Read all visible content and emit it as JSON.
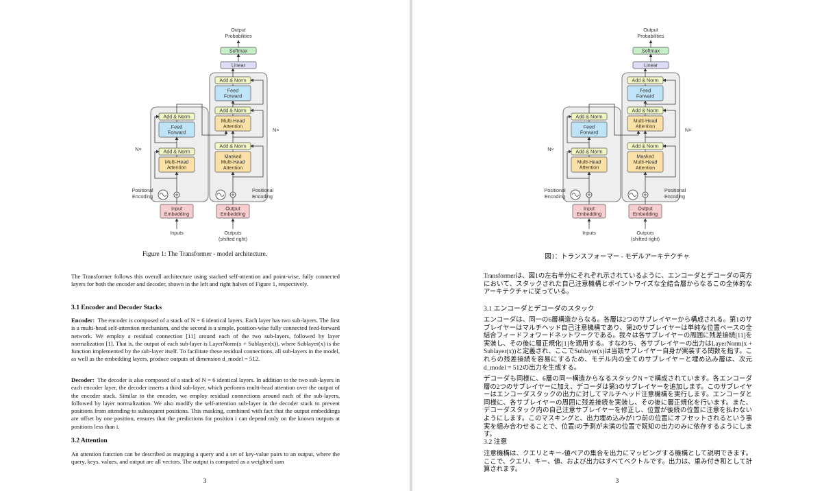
{
  "figure": {
    "output_probs": [
      "Output",
      "Probabilities"
    ],
    "softmax": "Softmax",
    "linear": "Linear",
    "add_norm": "Add & Norm",
    "feed_forward": [
      "Feed",
      "Forward"
    ],
    "multi_head_attention": [
      "Multi-Head",
      "Attention"
    ],
    "masked_mha": [
      "Masked",
      "Multi-Head",
      "Attention"
    ],
    "nx": "N×",
    "positional_encoding": [
      "Positional",
      "Encoding"
    ],
    "input_embedding": [
      "Input",
      "Embedding"
    ],
    "output_embedding": [
      "Output",
      "Embedding"
    ],
    "inputs": "Inputs",
    "outputs": [
      "Outputs",
      "(shifted right)"
    ],
    "colors": {
      "softmax": "#c6efc8",
      "linear": "#dcdcf7",
      "add_norm": "#f2f7c4",
      "feed_forward": "#bfe3f7",
      "attention": "#fbe1a8",
      "embedding": "#f8cdd0",
      "stack_bg": "#eeeeee"
    }
  },
  "left": {
    "caption": "Figure 1: The Transformer - model architecture.",
    "intro": "The Transformer follows this overall architecture using stacked self-attention and point-wise, fully connected layers for both the encoder and decoder, shown in the left and right halves of Figure 1, respectively.",
    "sec31_title": "3.1   Encoder and Decoder Stacks",
    "encoder_label": "Encoder:",
    "encoder_text": "The encoder is composed of a stack of N = 6 identical layers. Each layer has two sub-layers. The first is a multi-head self-attention mechanism, and the second is a simple, position-wise fully connected feed-forward network. We employ a residual connection [11] around each of the two sub-layers, followed by layer normalization [1]. That is, the output of each sub-layer is LayerNorm(x + Sublayer(x)), where Sublayer(x) is the function implemented by the sub-layer itself. To facilitate these residual connections, all sub-layers in the model, as well as the embedding layers, produce outputs of dimension d_model = 512.",
    "decoder_label": "Decoder:",
    "decoder_text": "The decoder is also composed of a stack of N = 6 identical layers. In addition to the two sub-layers in each encoder layer, the decoder inserts a third sub-layer, which performs multi-head attention over the output of the encoder stack. Similar to the encoder, we employ residual connections around each of the sub-layers, followed by layer normalization. We also modify the self-attention sub-layer in the decoder stack to prevent positions from attending to subsequent positions. This masking, combined with fact that the output embeddings are offset by one position, ensures that the predictions for position i can depend only on the known outputs at positions less than i.",
    "sec32_title": "3.2   Attention",
    "attention_text": "An attention function can be described as mapping a query and a set of key-value pairs to an output, where the query, keys, values, and output are all vectors. The output is computed as a weighted sum",
    "page_number": "3"
  },
  "right": {
    "caption": "図1：トランスフォーマー - モデルアーキテクチャ",
    "intro": "Transformerは、図1の左右半分にそれぞれ示されているように、エンコーダとデコーダの両方において、スタックされた自己注意機構とポイントワイズな全結合層からなるこの全体的なアーキテクチャに従っている。",
    "sec31_title": "3.1 エンコーダとデコーダのスタック",
    "encoder_text": "エンコーダは、同一の6層構造からなる。各層は2つのサブレイヤーから構成される。第1のサブレイヤーはマルチヘッド自己注意機構であり、第2のサブレイヤーは単純な位置ベースの全結合フィードフォワードネットワークである。我々は各サブレイヤーの周囲に残差接続[11]を実装し、その後に層正規化[1]を適用する。すなわち、各サブレイヤーの出力はLayerNorm(x + Sublayer(x))と定義され、ここでSublayer(x)は当該サブレイヤー自身が実装する関数を指す。これらの残差接続を容易にするため、モデル内の全てのサブレイヤーと埋め込み層は、次元d_model = 512の出力を生成する。",
    "decoder_text": "デコーダも同様に、6層の同一構造からなるスタックN =で構成されています。各エンコーダ層の2つのサブレイヤーに加え、デコーダは第3のサブレイヤーを追加します。このサブレイヤーはエンコーダスタックの出力に対してマルチヘッド注意機構を実行します。エンコーダと同様に、各サブレイヤーの周囲に残差接続を実装し、その後に層正規化を行います。また、デコーダスタック内の自己注意サブレイヤーを修正し、位置が後続の位置に注意を払わないようにします。このマスキングと、出力埋め込みが1つ前の位置にオフセットされるという事実を組み合わせることで、位置iの予測が未満の位置で既知の出力のみに依存するようにします。",
    "sec32_title": "3.2 注意",
    "attention_text": "注意機構は、クエリとキー-値ペアの集合を出力にマッピングする機構として説明できます。ここで、クエリ、キー、値、および出力はすべてベクトルです。出力は、重み付き和として計算されます。",
    "page_number": "3"
  }
}
